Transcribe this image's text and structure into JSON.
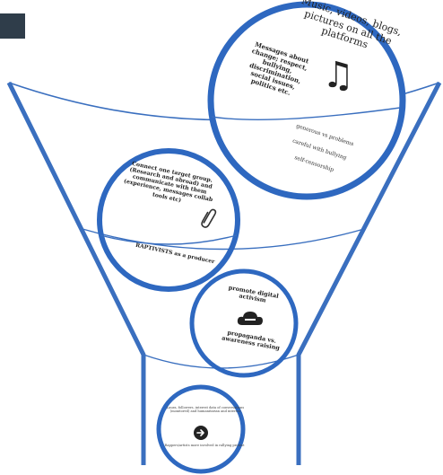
{
  "top_circle": {
    "title": "Music, videos, blogs, pictures on all the platforms",
    "messages": "Messages about change; respect, bullying, discrimination, social issues, politics etc.",
    "music_icon": "music-note-icon",
    "note_1": "generous vs problems",
    "note_2": "careful with bullying",
    "note_3": "self-censorship"
  },
  "middle_circle": {
    "text": "Connect one target group. (Research and abroad) and communicate with them (experience, messages collab tools etc)",
    "clip_icon": "paperclip-icon",
    "bottom_text": "RAPTIVISTS as a producer"
  },
  "lower_circle": {
    "top_text": "promote digital activism",
    "cloud_icon": "cloud-icon",
    "bottom_text": "propaganda vs. awareness raising"
  },
  "bottom_circle": {
    "text": "Laura, followers, interest data of conversations (monitored) and humanitarian and interest",
    "arrow_icon": "arrow-right-icon",
    "bottom_text": "Rappers/artists more involved in rallying protest"
  },
  "colors": {
    "line": "#3a6fbf",
    "tab": "#2f3d4a"
  }
}
